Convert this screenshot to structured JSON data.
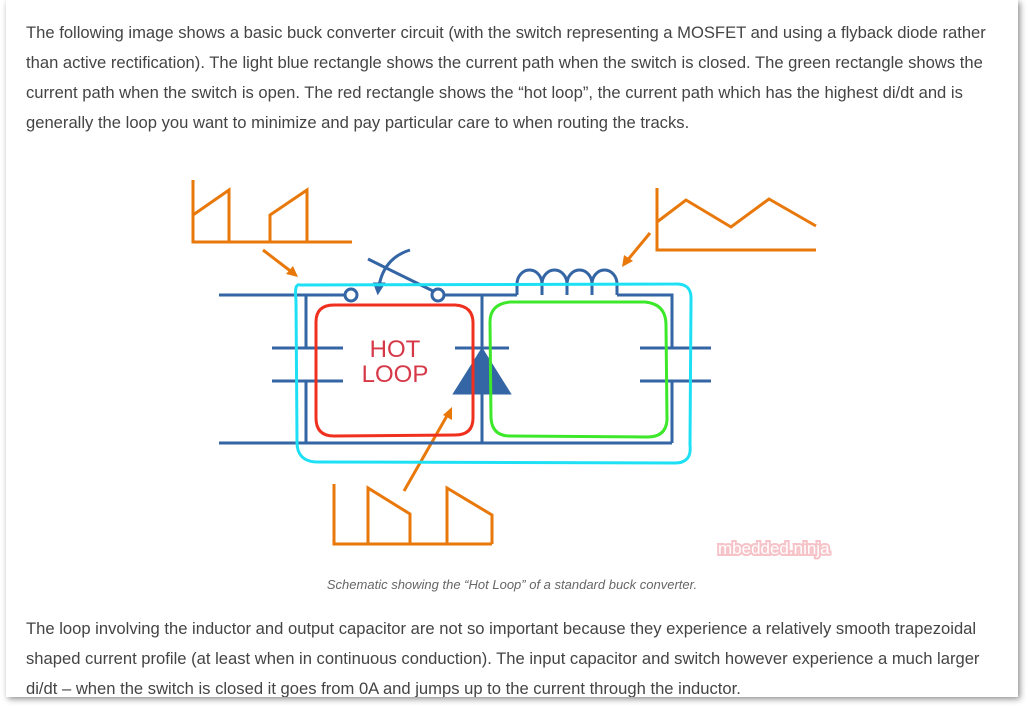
{
  "paragraphs": [
    "The following image shows a basic buck converter circuit (with the switch representing a MOSFET and using a flyback diode rather than active rectification). The light blue rectangle shows the current path when the switch is closed. The green rectangle shows the current path when the switch is open. The red rectangle shows the “hot loop”, the current path which has the highest di/dt and is generally the loop you want to minimize and pay particular care to when routing the tracks.",
    "The loop involving the inductor and output capacitor are not so important because they experience a relatively smooth trapezoidal shaped current profile (at least when in continuous conduction). The input capacitor and switch however experience a much larger di/dt – when the switch is closed it goes from 0A and jumps up to the current through the inductor."
  ],
  "figure": {
    "label_line1": "HOT",
    "label_line2": "LOOP",
    "watermark": "mbedded.ninja",
    "caption": "Schematic showing the “Hot Loop” of a standard buck converter.",
    "colors": {
      "wire": "#3465a4",
      "waveform": "#e8780a",
      "switch_closed_loop": "#1ee0f5",
      "switch_open_loop": "#3de82a",
      "hot_loop": "#f0301e"
    }
  }
}
